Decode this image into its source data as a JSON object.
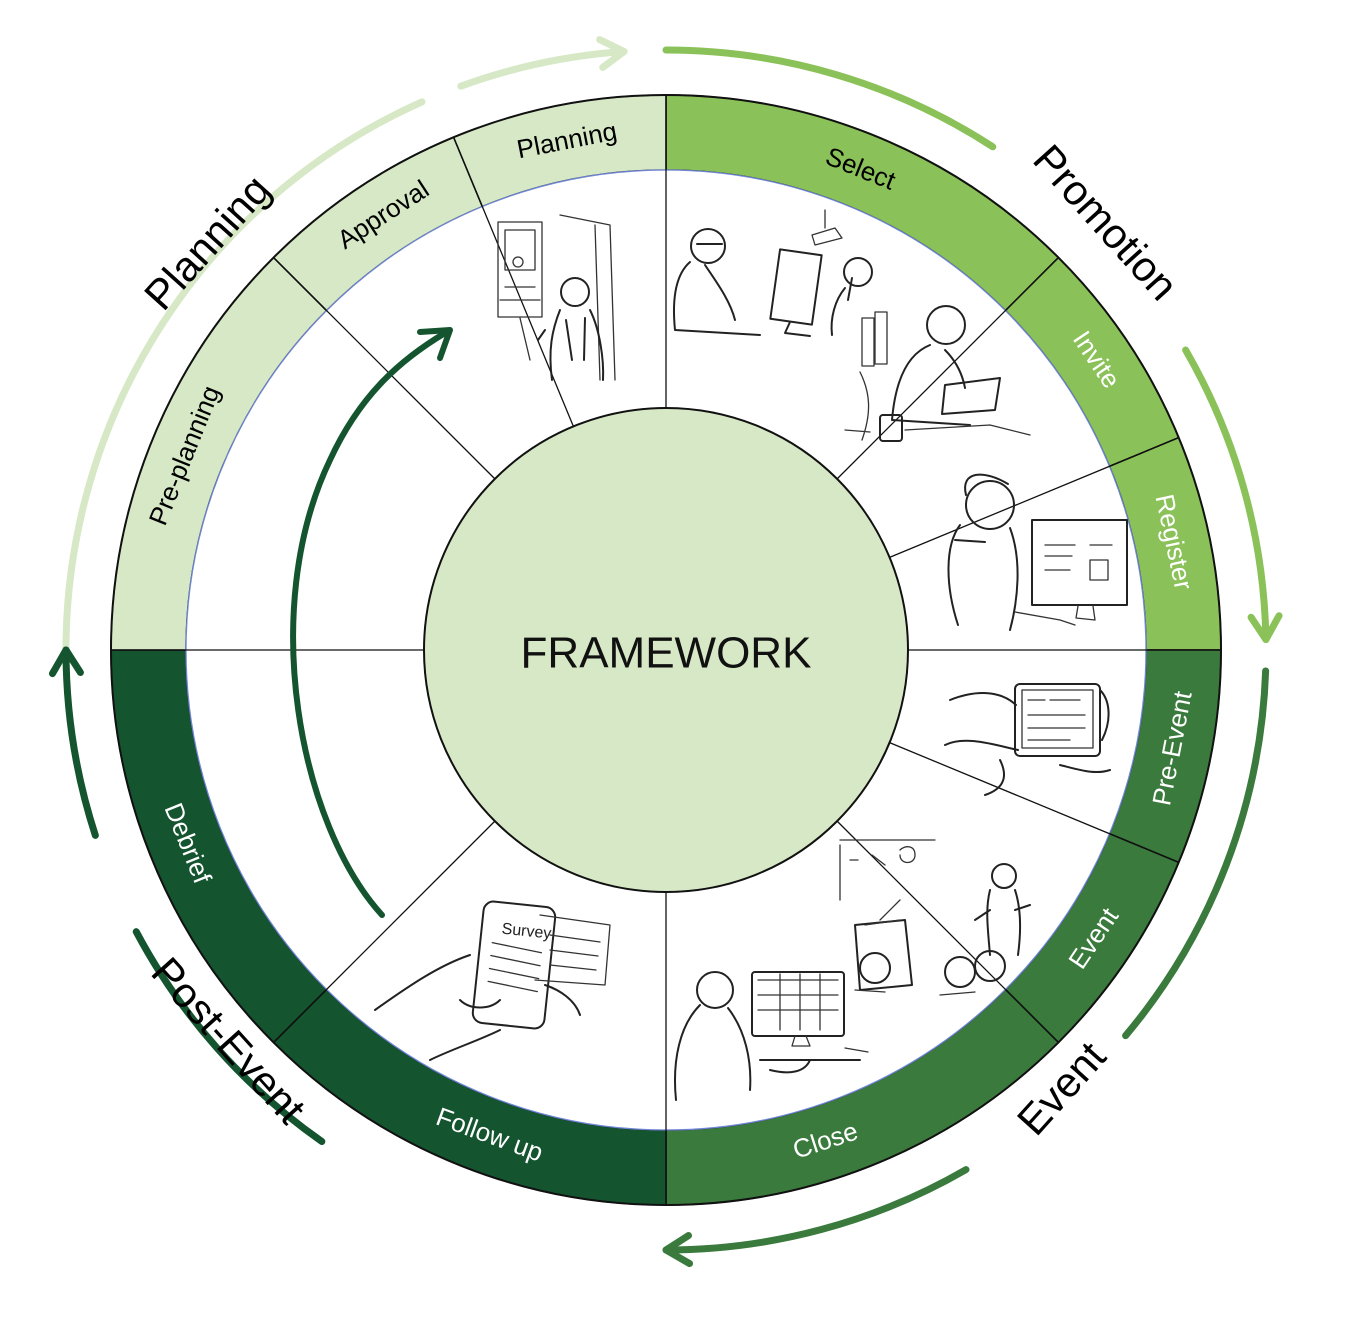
{
  "center": {
    "title": "FRAMEWORK"
  },
  "phases": [
    {
      "id": "planning",
      "label": "Planning",
      "color": "#d6e8c5",
      "text_color": "#000000"
    },
    {
      "id": "promotion",
      "label": "Promotion",
      "color": "#8bc159",
      "text_color": "#000000"
    },
    {
      "id": "event",
      "label": "Event",
      "color": "#3a7a3c",
      "text_color": "#000000"
    },
    {
      "id": "post-event",
      "label": "Post-Event",
      "color": "#145530",
      "text_color": "#000000"
    }
  ],
  "steps": [
    {
      "id": "select",
      "label": "Select",
      "phase": "promotion",
      "color": "#8bc159",
      "text_color": "#000000"
    },
    {
      "id": "invite",
      "label": "Invite",
      "phase": "promotion",
      "color": "#8bc159",
      "text_color": "#ffffff"
    },
    {
      "id": "register",
      "label": "Register",
      "phase": "promotion",
      "color": "#8bc159",
      "text_color": "#ffffff"
    },
    {
      "id": "pre-event",
      "label": "Pre-Event",
      "phase": "event",
      "color": "#3a7a3c",
      "text_color": "#ffffff"
    },
    {
      "id": "event",
      "label": "Event",
      "phase": "event",
      "color": "#3a7a3c",
      "text_color": "#ffffff"
    },
    {
      "id": "close",
      "label": "Close",
      "phase": "event",
      "color": "#3a7a3c",
      "text_color": "#ffffff"
    },
    {
      "id": "follow-up",
      "label": "Follow up",
      "phase": "post-event",
      "color": "#145530",
      "text_color": "#ffffff"
    },
    {
      "id": "debrief",
      "label": "Debrief",
      "phase": "post-event",
      "color": "#145530",
      "text_color": "#ffffff"
    },
    {
      "id": "pre-planning",
      "label": "Pre-planning",
      "phase": "planning",
      "color": "#d6e8c5",
      "text_color": "#000000"
    },
    {
      "id": "approval",
      "label": "Approval",
      "phase": "planning",
      "color": "#d6e8c5",
      "text_color": "#000000"
    },
    {
      "id": "planning",
      "label": "Planning",
      "phase": "planning",
      "color": "#d6e8c5",
      "text_color": "#000000"
    }
  ],
  "illustrations": [
    {
      "id": "woman-in-office-illustration",
      "step": "planning"
    },
    {
      "id": "man-on-phone-at-computer-illustration",
      "step": "select"
    },
    {
      "id": "man-reading-invitation-illustration",
      "step": "invite"
    },
    {
      "id": "woman-registering-online-illustration",
      "step": "register"
    },
    {
      "id": "hands-holding-tablet-illustration",
      "step": "pre-event"
    },
    {
      "id": "presenter-on-stage-illustration",
      "step": "event"
    },
    {
      "id": "woman-in-video-call-illustration",
      "step": "close"
    },
    {
      "id": "hands-with-survey-phone-illustration",
      "step": "follow-up",
      "screen_text": "Survey"
    }
  ],
  "colors": {
    "center_fill": "#d6e8c5",
    "divider": "#000000",
    "inner_ring_line": "#6f86d6",
    "inner_arrow": "#145530"
  }
}
